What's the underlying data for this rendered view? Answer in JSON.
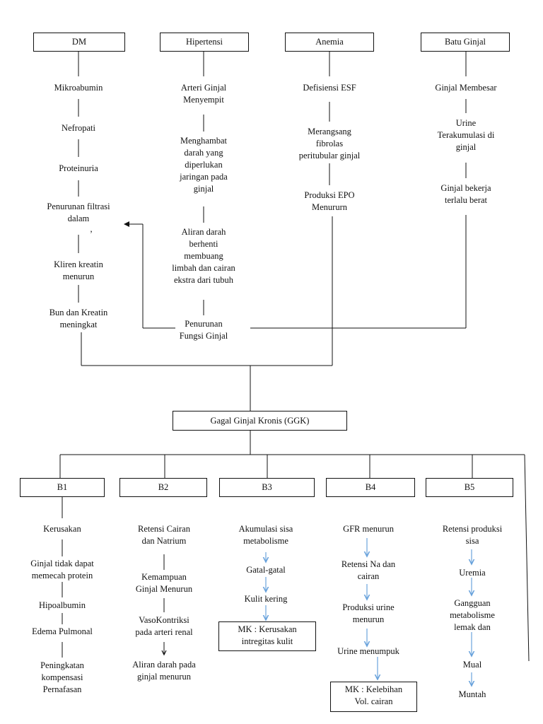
{
  "top_boxes": {
    "dm": "DM",
    "hipertensi": "Hipertensi",
    "anemia": "Anemia",
    "batu_ginjal": "Batu Ginjal"
  },
  "dm_col": [
    "Mikroabumin",
    "Nefropati",
    "Proteinuria",
    "Penurunan filtrasi\ndalam",
    "Kliren kreatin\nmenurun",
    "Bun dan Kreatin\nmeningkat"
  ],
  "dm_comma": ",",
  "hip_col": [
    "Arteri Ginjal\nMenyempit",
    "Menghambat\ndarah yang\ndiperlukan\njaringan pada\nginjal",
    "Aliran darah\nberhenti\nmembuang\nlimbah dan cairan\nekstra dari tubuh",
    "Penurunan\nFungsi Ginjal"
  ],
  "anemia_col": [
    "Defisiensi ESF",
    "Merangsang\nfibrolas\nperitubular ginjal",
    "Produksi EPO\nMenururn"
  ],
  "batu_col": [
    "Ginjal Membesar",
    "Urine\nTerakumulasi di\nginjal",
    "Ginjal bekerja\nterlalu berat"
  ],
  "ggk": "Gagal Ginjal Kronis (GGK)",
  "b_boxes": [
    "B1",
    "B2",
    "B3",
    "B4",
    "B5"
  ],
  "b1_col": [
    "Kerusakan",
    "Ginjal tidak dapat\nmemecah protein",
    "Hipoalbumin",
    "Edema Pulmonal",
    "Peningkatan\nkompensasi\nPernafasan"
  ],
  "b2_col": [
    "Retensi Cairan\ndan Natrium",
    "Kemampuan\nGinjal Menurun",
    "VasoKontriksi\npada arteri renal",
    "Aliran darah pada\nginjal menurun"
  ],
  "b3_col": [
    "Akumulasi sisa\nmetabolisme",
    "Gatal-gatal",
    "Kulit kering"
  ],
  "b3_mk": "MK : Kerusakan\nintregitas kulit",
  "b4_col": [
    "GFR menurun",
    "Retensi Na dan\ncairan",
    "Produksi urine\nmenurun",
    "Urine menumpuk"
  ],
  "b4_mk": "MK : Kelebihan\nVol. cairan",
  "b5_col": [
    "Retensi produksi\nsisa",
    "Uremia",
    "Gangguan\nmetabolisme\nlemak dan",
    "Mual",
    "Muntah"
  ],
  "colors": {
    "line": "#111111",
    "blue_arrow": "#6aa3dc"
  }
}
